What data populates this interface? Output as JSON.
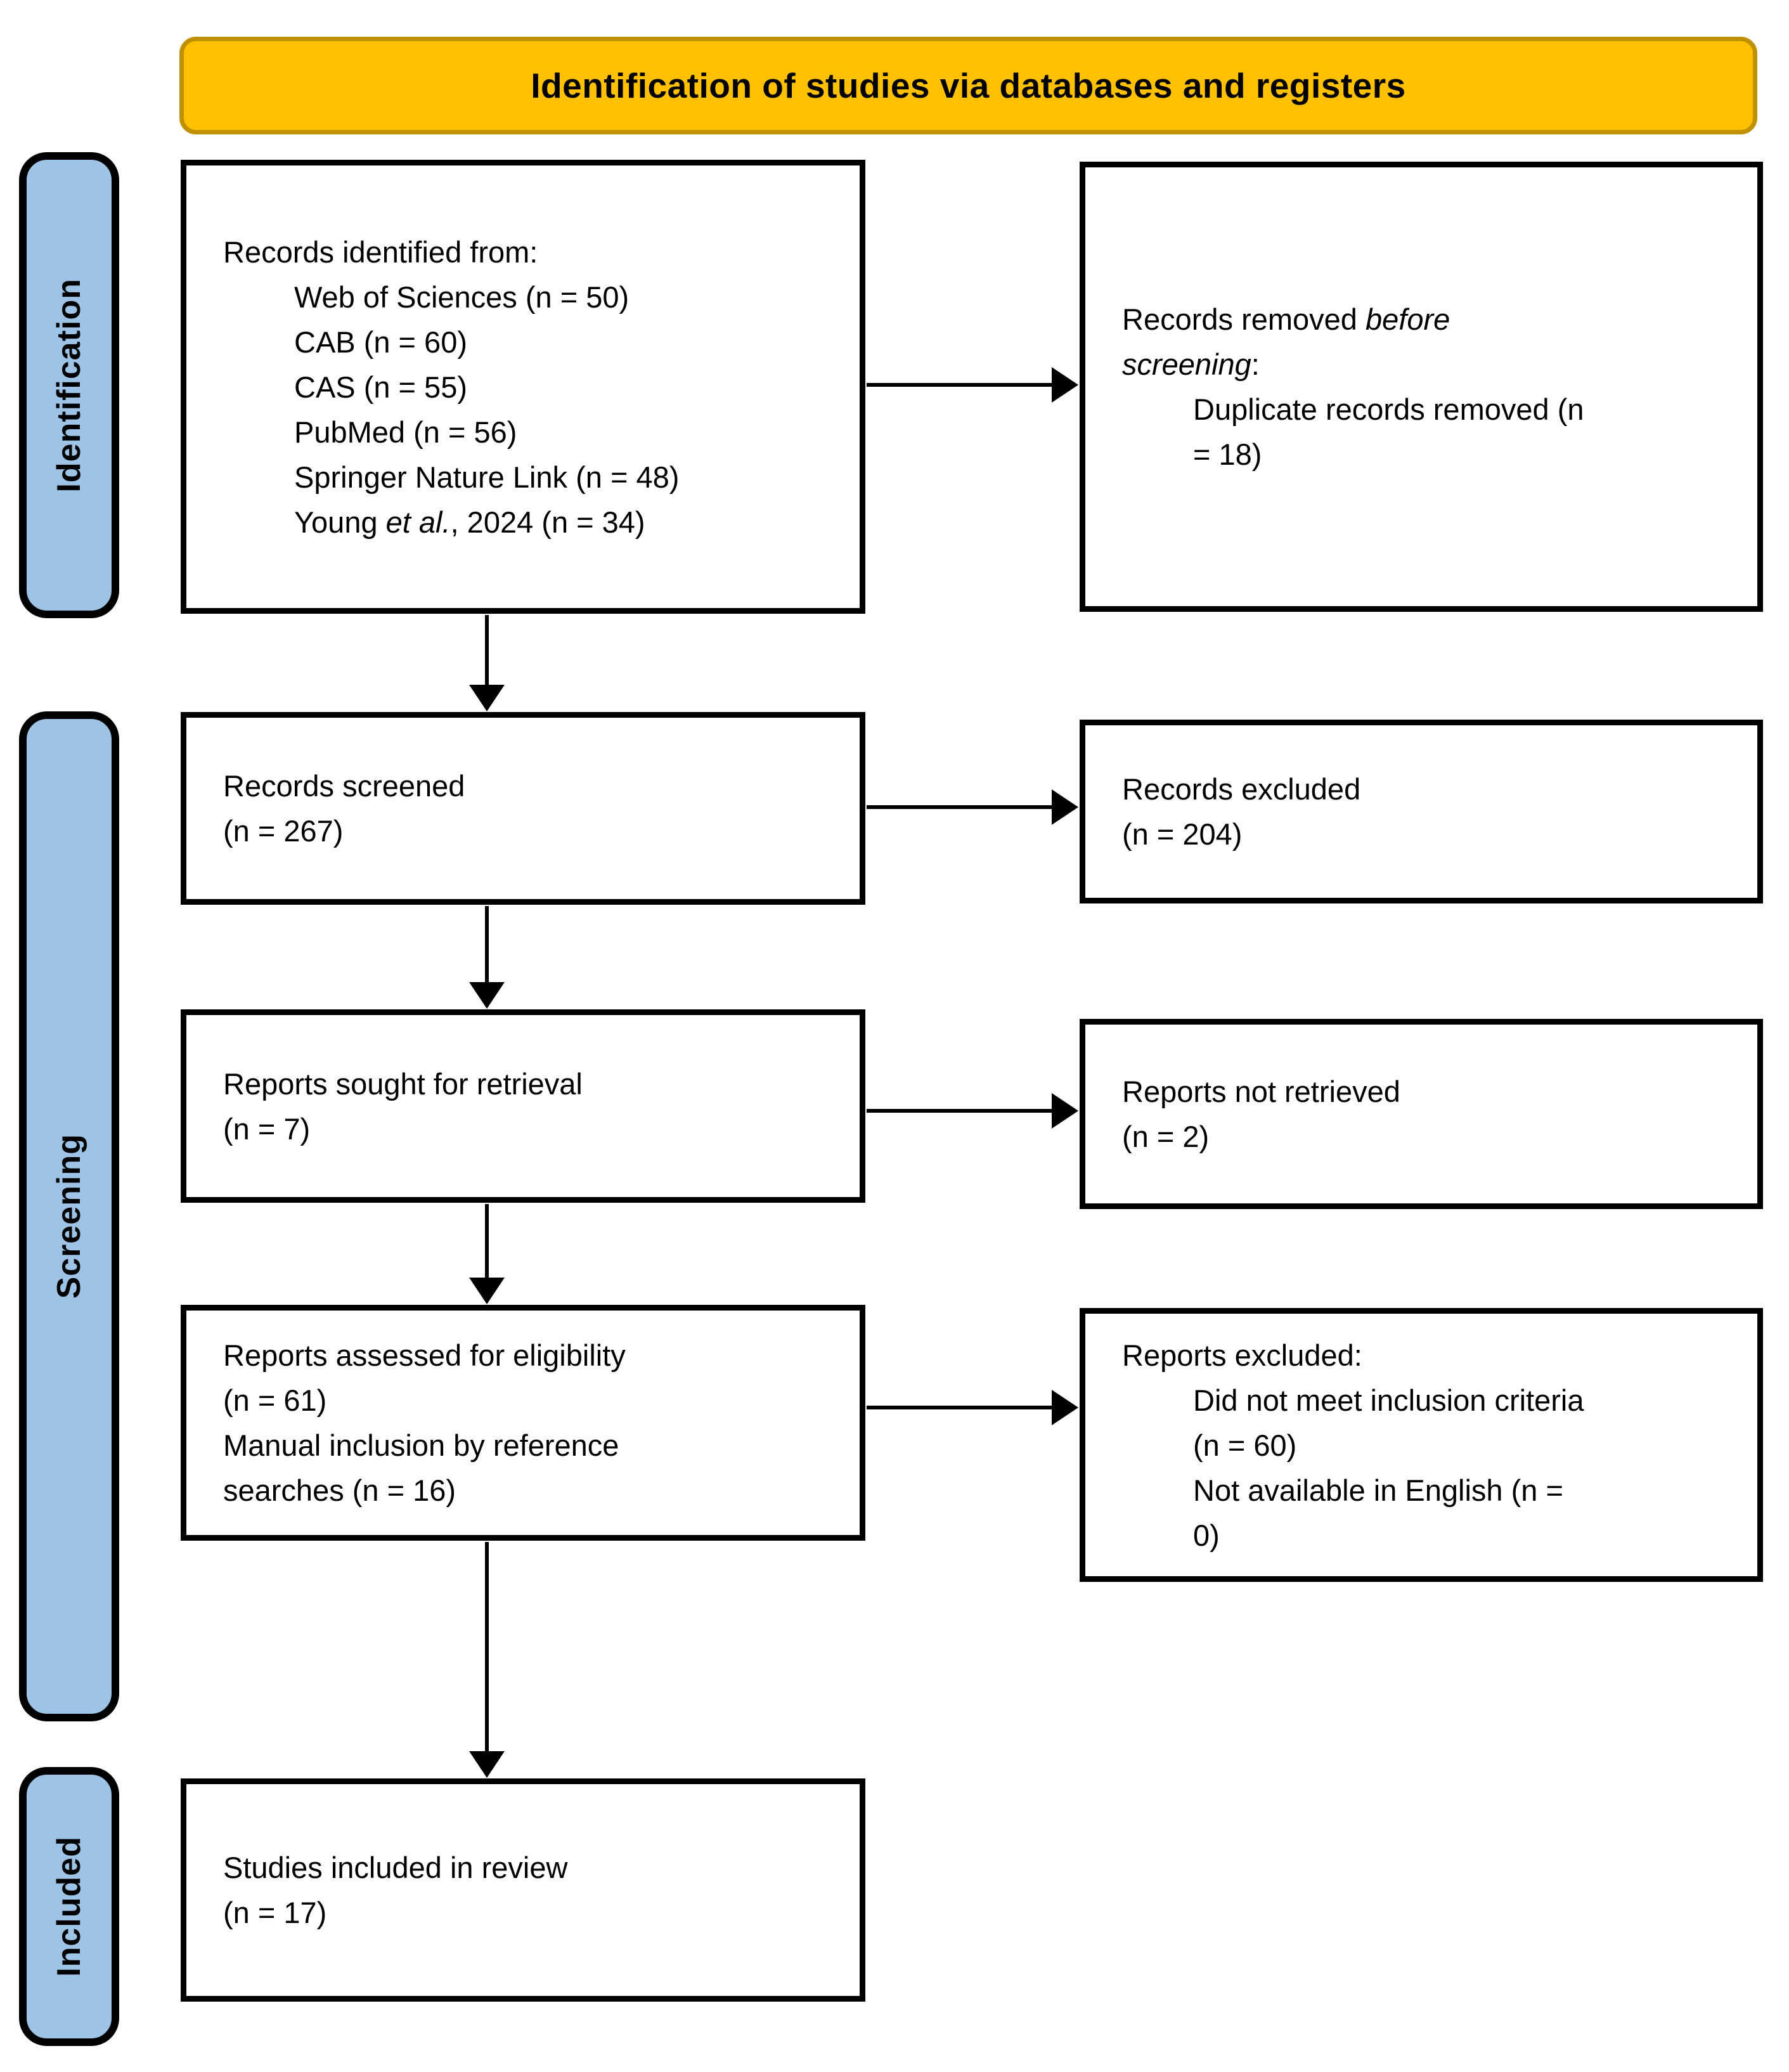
{
  "banner": {
    "title": "Identification of studies via databases and registers"
  },
  "sidebar": [
    {
      "label": "Identification"
    },
    {
      "label": "Screening"
    },
    {
      "label": "Included"
    }
  ],
  "flow": {
    "identified": {
      "title": "Records identified from:",
      "items": [
        "Web of Sciences (n = 50)",
        "CAB (n = 60)",
        "CAS (n = 55)",
        "PubMed (n = 56)",
        "Springer Nature Link (n = 48)"
      ],
      "young": {
        "pre": "Young ",
        "italic": "et al.",
        "post": ", 2024 (n = 34)"
      }
    },
    "removed_before_screening": {
      "line1_pre": "Records removed ",
      "line1_italic": "before",
      "line2_italic": "screening",
      "line2_post": ":",
      "item_lines": [
        "Duplicate records removed (n",
        "= 18)"
      ]
    },
    "screened": {
      "lines": [
        "Records screened",
        "(n = 267)"
      ]
    },
    "records_excluded": {
      "lines": [
        "Records excluded",
        "(n = 204)"
      ]
    },
    "sought": {
      "lines": [
        "Reports sought for retrieval",
        "(n = 7)"
      ]
    },
    "not_retrieved": {
      "lines": [
        "Reports not retrieved",
        "(n = 2)"
      ]
    },
    "assessed": {
      "lines": [
        "Reports assessed for eligibility",
        "(n = 61)",
        "Manual inclusion by reference",
        "searches (n = 16)"
      ]
    },
    "reports_excluded": {
      "title": "Reports excluded:",
      "item1_lines": [
        "Did not meet inclusion criteria",
        "(n = 60)"
      ],
      "item2_lines": [
        "Not available in English (n =",
        "0)"
      ]
    },
    "included_studies": {
      "lines": [
        "Studies included in review",
        "(n = 17)"
      ]
    }
  },
  "colors": {
    "banner_fill": "#FFC000",
    "banner_border": "#BF9000",
    "sidebar_fill": "#9DC3E6",
    "box_border": "#000000"
  }
}
